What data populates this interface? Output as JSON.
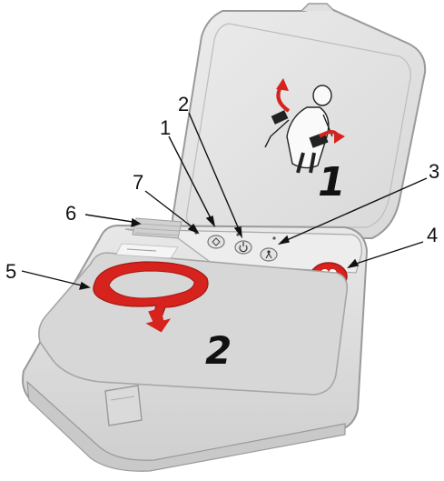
{
  "lid_step_number": "1",
  "tray_step_number": "2",
  "callouts": [
    {
      "id": "1",
      "label": "1"
    },
    {
      "id": "2",
      "label": "2"
    },
    {
      "id": "3",
      "label": "3"
    },
    {
      "id": "4",
      "label": "4"
    },
    {
      "id": "5",
      "label": "5"
    },
    {
      "id": "6",
      "label": "6"
    },
    {
      "id": "7",
      "label": "7"
    }
  ],
  "colors": {
    "case_body": "#e4e4e4",
    "case_shadow": "#c9c9c9",
    "accent_red": "#d6231e",
    "outline": "#9a9a9a"
  },
  "icons": [
    "person-illustration-icon",
    "shock-button-icon",
    "power-button-icon",
    "child-mode-icon",
    "heart-shock-button-icon",
    "pull-handle-icon",
    "speaker-grille-icon"
  ]
}
